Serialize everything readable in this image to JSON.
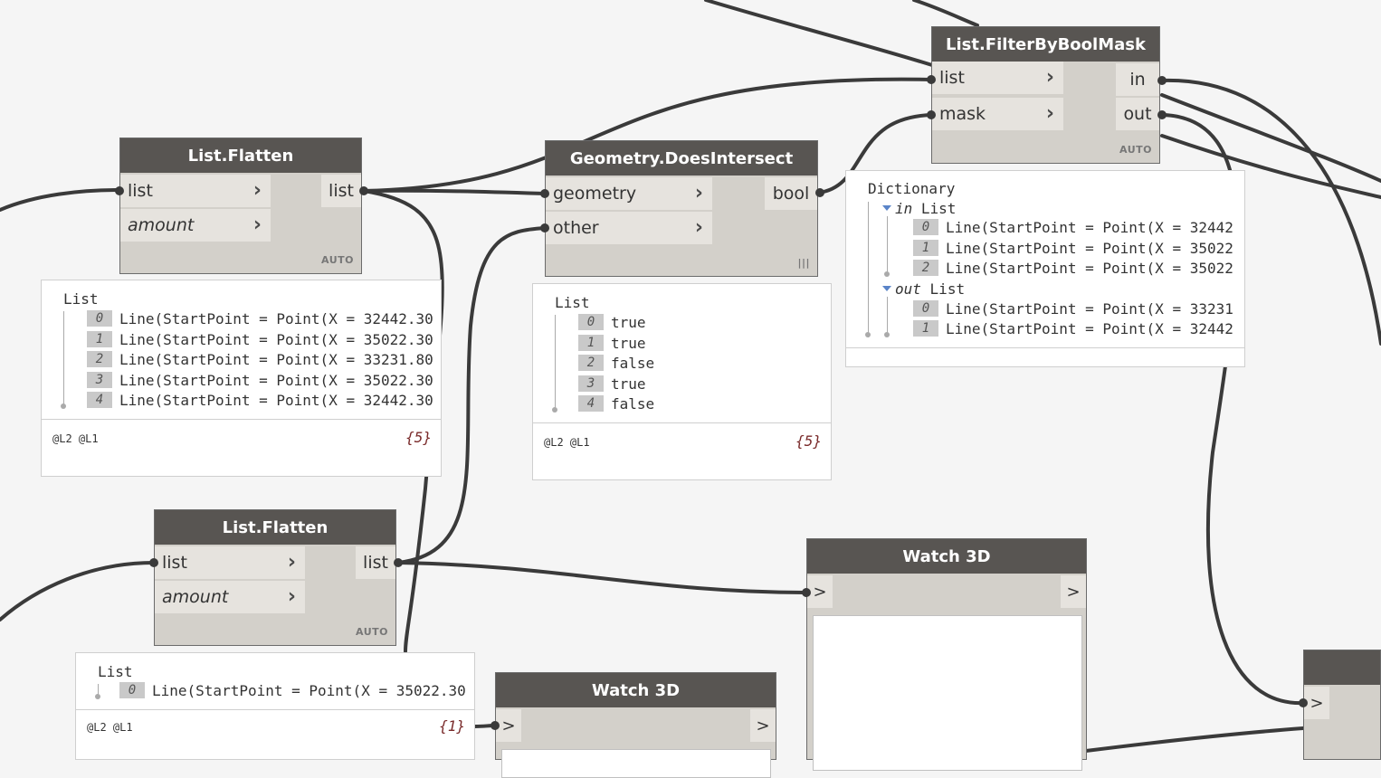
{
  "nodes": {
    "filter": {
      "title": "List.FilterByBoolMask",
      "inputs": [
        "list",
        "mask"
      ],
      "outputs": [
        "in",
        "out"
      ],
      "lacing": "AUTO"
    },
    "flatten1": {
      "title": "List.Flatten",
      "inputs": [
        "list",
        "amount"
      ],
      "outputs": [
        "list"
      ],
      "lacing": "AUTO"
    },
    "intersect": {
      "title": "Geometry.DoesIntersect",
      "inputs": [
        "geometry",
        "other"
      ],
      "outputs": [
        "bool"
      ],
      "lacing": "|||"
    },
    "flatten2": {
      "title": "List.Flatten",
      "inputs": [
        "list",
        "amount"
      ],
      "outputs": [
        "list"
      ],
      "lacing": "AUTO"
    },
    "watch1": {
      "title": "Watch 3D",
      "in_port": ">",
      "out_port": ">"
    },
    "watch2": {
      "title": "Watch 3D",
      "in_port": ">",
      "out_port": ">"
    },
    "watch3": {
      "in_port": ">"
    }
  },
  "previews": {
    "flatten1": {
      "header": "List",
      "items": [
        {
          "index": "0",
          "value": "Line(StartPoint = Point(X = 32442.30"
        },
        {
          "index": "1",
          "value": "Line(StartPoint = Point(X = 35022.30"
        },
        {
          "index": "2",
          "value": "Line(StartPoint = Point(X = 33231.80"
        },
        {
          "index": "3",
          "value": "Line(StartPoint = Point(X = 35022.30"
        },
        {
          "index": "4",
          "value": "Line(StartPoint = Point(X = 32442.30"
        }
      ],
      "levels": "@L2 @L1",
      "count": "{5}"
    },
    "intersect": {
      "header": "List",
      "items": [
        {
          "index": "0",
          "value": "true"
        },
        {
          "index": "1",
          "value": "true"
        },
        {
          "index": "2",
          "value": "false"
        },
        {
          "index": "3",
          "value": "true"
        },
        {
          "index": "4",
          "value": "false"
        }
      ],
      "levels": "@L2 @L1",
      "count": "{5}"
    },
    "filter": {
      "header": "Dictionary",
      "in_key": "in",
      "in_label": "List",
      "in_items": [
        {
          "index": "0",
          "value": "Line(StartPoint = Point(X = 32442"
        },
        {
          "index": "1",
          "value": "Line(StartPoint = Point(X = 35022"
        },
        {
          "index": "2",
          "value": "Line(StartPoint = Point(X = 35022"
        }
      ],
      "out_key": "out",
      "out_label": "List",
      "out_items": [
        {
          "index": "0",
          "value": "Line(StartPoint = Point(X = 33231"
        },
        {
          "index": "1",
          "value": "Line(StartPoint = Point(X = 32442"
        }
      ]
    },
    "flatten2": {
      "header": "List",
      "items": [
        {
          "index": "0",
          "value": "Line(StartPoint = Point(X = 35022.30"
        }
      ],
      "levels": "@L2 @L1",
      "count": "{1}"
    }
  }
}
